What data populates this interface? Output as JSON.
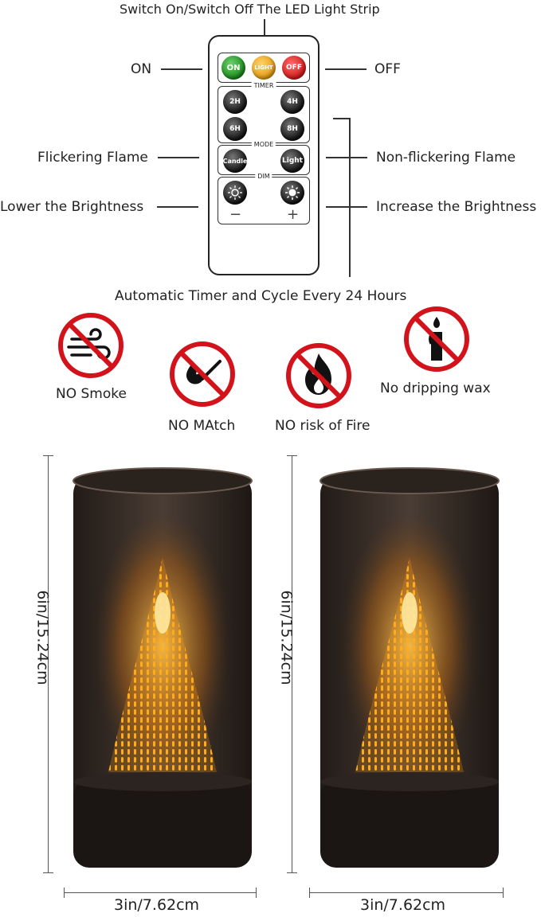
{
  "remote": {
    "header_label": "Switch On/Switch Off The LED Light Strip",
    "left_labels": [
      "ON",
      "Flickering Flame",
      "Lower the Brightness"
    ],
    "right_labels": [
      "OFF",
      "Non-flickering Flame",
      "Increase the Brightness"
    ],
    "footer_label": "Automatic Timer and Cycle Every 24 Hours",
    "top_buttons": [
      "ON",
      "LIGHT",
      "OFF"
    ],
    "timer_title": "TIMER",
    "timer_buttons": [
      "2H",
      "4H",
      "6H",
      "8H"
    ],
    "mode_title": "MODE",
    "mode_buttons": [
      "Candle",
      "Light"
    ],
    "dim_title": "DIM",
    "dim_minus": "−",
    "dim_plus": "+"
  },
  "features": [
    {
      "label": "NO Smoke",
      "icon": "no-smoke-icon"
    },
    {
      "label": "NO MAtch",
      "icon": "no-match-icon"
    },
    {
      "label": "NO risk of Fire",
      "icon": "no-fire-icon"
    },
    {
      "label": "No dripping wax",
      "icon": "no-candle-icon"
    }
  ],
  "dimensions": {
    "height_label": "6in/15.24cm",
    "width_label": "3in/7.62cm"
  },
  "colors": {
    "prohibit_red": "#d3131b",
    "glass": "#3a302b",
    "flame": "#ffb020"
  }
}
